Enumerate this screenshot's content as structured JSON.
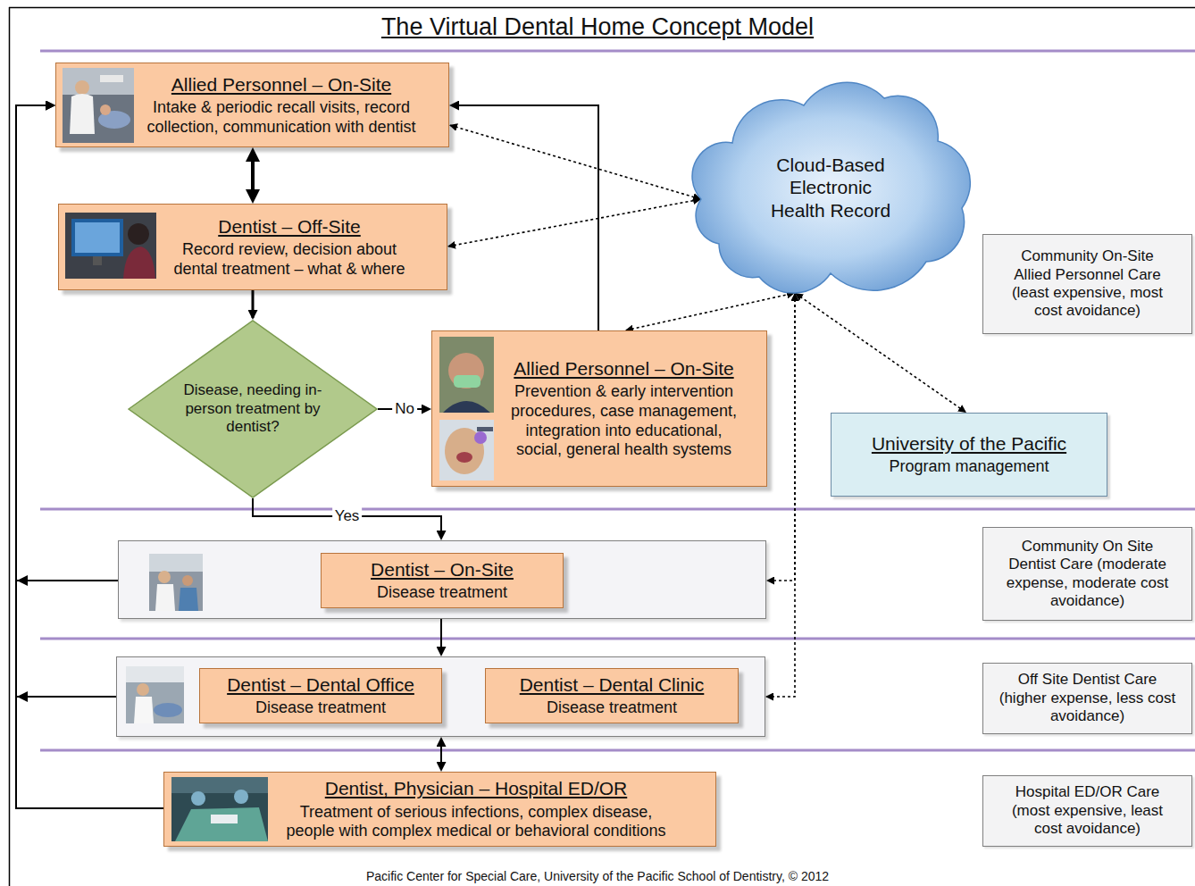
{
  "diagram": {
    "title": "The Virtual Dental Home Concept Model",
    "caption": "Pacific Center for Special Care, University of the Pacific School of Dentistry, © 2012",
    "nodes": [
      {
        "text": [
          "Allied Personnel – On-Site",
          "Intake & periodic recall visits, record collection, communication with dentist"
        ]
      },
      {
        "text": [
          "Dentist – Off-Site",
          "Record review, decision about dental treatment – what & where"
        ]
      },
      {
        "text": [
          "Cloud-Based Electronic Health Record"
        ]
      },
      {
        "text": [
          "Community On-Site Allied Personnel Care (least expensive, most cost avoidance)"
        ]
      },
      {
        "text": [
          "Disease, needing in-person treatment by dentist?"
        ]
      },
      {
        "text": [
          "Allied Personnel – On-Site",
          "Prevention & early intervention procedures, case management, integration into educational, social, general health systems"
        ]
      },
      {
        "text": [
          "University of the Pacific",
          "Program management"
        ]
      },
      {
        "text": []
      },
      {
        "text": [
          "Dentist – On-Site",
          "Disease treatment"
        ],
        "in": 7
      },
      {
        "text": [
          "Community On Site Dentist Care (moderate expense, moderate cost avoidance)"
        ]
      },
      {
        "text": []
      },
      {
        "text": [
          "Dentist – Dental Office",
          "Disease treatment"
        ],
        "in": 10
      },
      {
        "text": [
          "Dentist – Dental Clinic",
          "Disease treatment"
        ],
        "in": 10
      },
      {
        "text": [
          "Off Site Dentist Care (higher expense, less cost avoidance)"
        ]
      },
      {
        "text": [
          "Dentist, Physician – Hospital ED/OR",
          "Treatment of serious infections, complex disease, people with complex medical or behavioral conditions"
        ]
      },
      {
        "text": [
          "Hospital ED/OR Care (most expensive, least cost avoidance)"
        ]
      }
    ],
    "edges": [
      {
        "from": 0,
        "to": 1,
        "arrow": "both"
      },
      {
        "from": 1,
        "to": 4,
        "arrow": "to"
      },
      {
        "from": 4,
        "to": 5,
        "label": "No",
        "arrow": "to"
      },
      {
        "from": 4,
        "to": 7,
        "label": "Yes",
        "arrow": "to"
      },
      {
        "from": 5,
        "to": 0,
        "arrow": "to"
      },
      {
        "from": 0,
        "to": 2,
        "arrow": "both"
      },
      {
        "from": 1,
        "to": 2,
        "arrow": "both"
      },
      {
        "from": 5,
        "to": 2,
        "arrow": "both"
      },
      {
        "from": 2,
        "to": 6,
        "arrow": "both"
      },
      {
        "from": 2,
        "to": 7,
        "arrow": "both"
      },
      {
        "from": 2,
        "to": 10,
        "arrow": "both"
      },
      {
        "from": 8,
        "to": 10,
        "arrow": "both"
      },
      {
        "from": 11,
        "to": 12,
        "arrow": "both"
      },
      {
        "from": 10,
        "to": 14,
        "arrow": "both"
      },
      {
        "from": 7,
        "to": 0,
        "arrow": "to"
      },
      {
        "from": 10,
        "to": 0,
        "arrow": "to"
      },
      {
        "from": 14,
        "to": 0,
        "arrow": "to"
      }
    ]
  }
}
